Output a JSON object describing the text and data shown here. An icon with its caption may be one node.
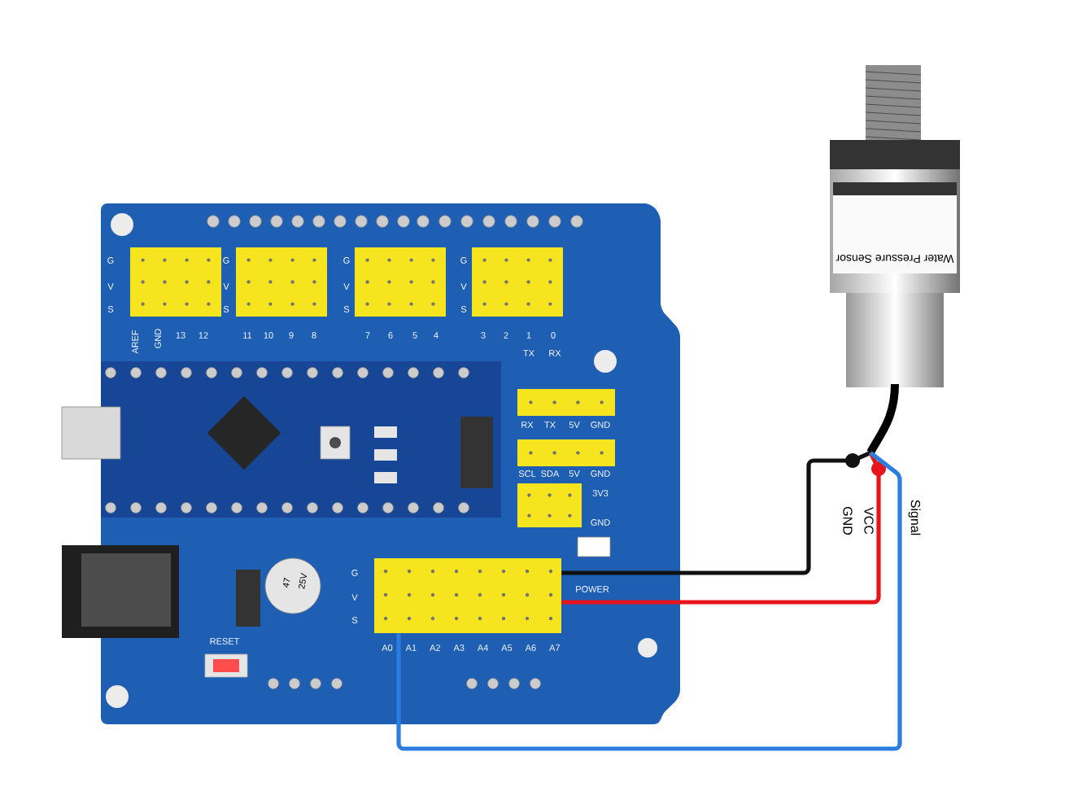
{
  "diagram": {
    "nodes": [
      {
        "text": [],
        "shape": "picture"
      },
      {
        "text": [],
        "shape": "box",
        "in": 0
      },
      {
        "text": [
          "Water Pressure Sensor"
        ]
      }
    ],
    "edges": [
      {
        "from": 2,
        "to": 1,
        "arrow": "none",
        "label": "GND",
        "color": "#111111"
      },
      {
        "from": 2,
        "to": 1,
        "arrow": "none",
        "label": "VCC",
        "color": "#e8141b"
      },
      {
        "from": 2,
        "to": 1,
        "arrow": "none",
        "label": "Signal",
        "color": "#2b7de0"
      }
    ],
    "labels": [
      "G",
      "V",
      "S",
      "G",
      "V",
      "S",
      "G",
      "V",
      "S",
      "G",
      "V",
      "S",
      "AREF",
      "GND",
      "13",
      "12",
      "11",
      "10",
      "9",
      "8",
      "7",
      "6",
      "5",
      "4",
      "3",
      "2",
      "1",
      "0",
      "TX",
      "RX",
      "RX",
      "TX",
      "5V",
      "GND",
      "SCL",
      "SDA",
      "5V",
      "GND",
      "3V3",
      "GND",
      "G",
      "V",
      "S",
      "A0",
      "A1",
      "A2",
      "A3",
      "A4",
      "A5",
      "A6",
      "A7",
      "POWER",
      "RESET",
      "47",
      "25V"
    ]
  }
}
